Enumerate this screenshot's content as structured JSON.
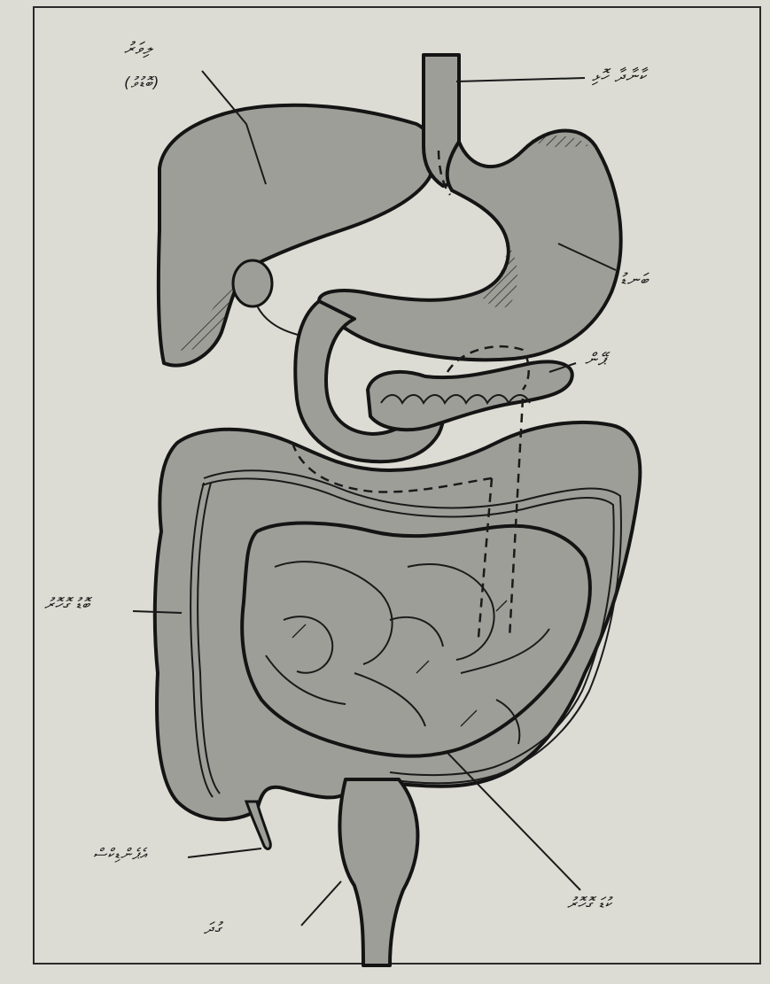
{
  "labels": {
    "liver": "ލިވަރު",
    "liver_alt": "(ބޮޑުވު)",
    "oesophagus": "ކާނާދާ ހޮޅި",
    "stomach": "ބަނޑު",
    "pancreas": "ޕޭން",
    "large_intestine": "ބޮޑު ގޮހޮރު",
    "appendix": "އެޕެންޑިކްސް",
    "rectum": "ގުދަ",
    "small_intestine": "ކުޑަ ގޮހޮރު"
  },
  "colors": {
    "paper": "#dcdcd4",
    "organ_fill": "#9e9e98",
    "outline": "#141414"
  }
}
